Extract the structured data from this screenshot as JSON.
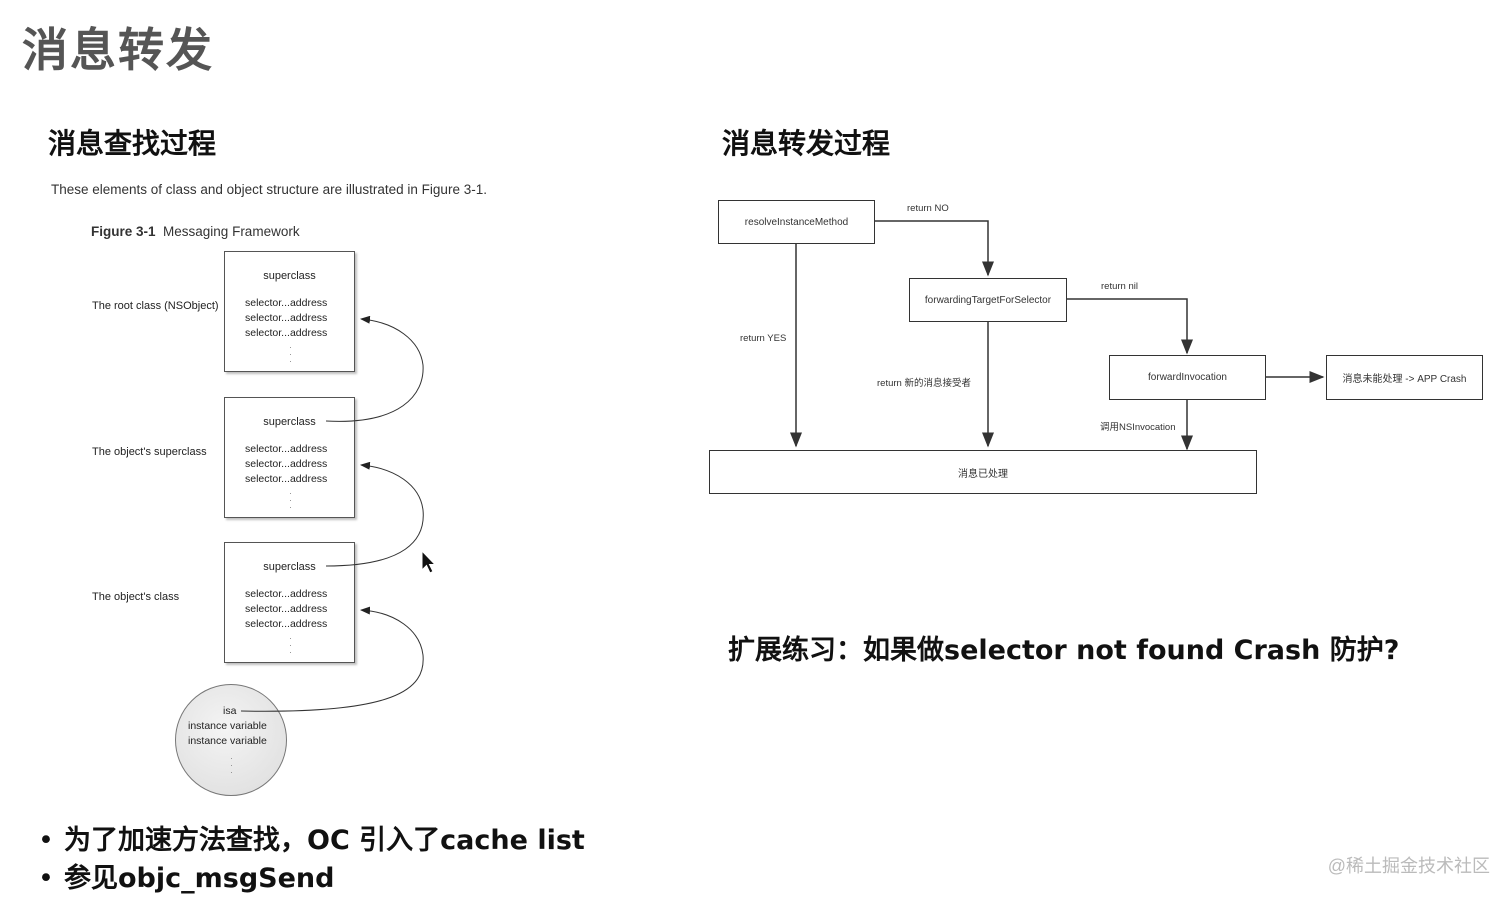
{
  "slide": {
    "title": "消息转发"
  },
  "left": {
    "subtitle": "消息查找过程",
    "intro": "These elements of class and object structure are illustrated in Figure 3-1.",
    "figure_label": "Figure 3-1",
    "figure_title": "Messaging Framework",
    "classes": [
      {
        "label": "The root class (NSObject)",
        "superclass": "superclass",
        "selectors": [
          "selector...address",
          "selector...address",
          "selector...address"
        ]
      },
      {
        "label": "The object's superclass",
        "superclass": "superclass",
        "selectors": [
          "selector...address",
          "selector...address",
          "selector...address"
        ]
      },
      {
        "label": "The object's class",
        "superclass": "superclass",
        "selectors": [
          "selector...address",
          "selector...address",
          "selector...address"
        ]
      }
    ],
    "instance": {
      "isa": "isa",
      "vars": [
        "instance variable",
        "instance variable"
      ]
    }
  },
  "right": {
    "subtitle": "消息转发过程",
    "flow": {
      "resolve": "resolveInstanceMethod",
      "forwarding_target": "forwardingTargetForSelector",
      "forward_invocation": "forwardInvocation",
      "unhandled": "消息未能处理 -> APP Crash",
      "handled": "消息已处理",
      "edge_return_no": "return NO",
      "edge_return_yes": "return YES",
      "edge_return_nil": "return nil",
      "edge_return_new_receiver": "return 新的消息接受者",
      "edge_call_invocation": "调用NSInvocation"
    },
    "exercise": "扩展练习：如果做selector not found Crash 防护?"
  },
  "bullets": [
    "为了加速方法查找，OC 引入了cache list",
    "参见objc_msgSend"
  ],
  "watermark": "@稀土掘金技术社区"
}
